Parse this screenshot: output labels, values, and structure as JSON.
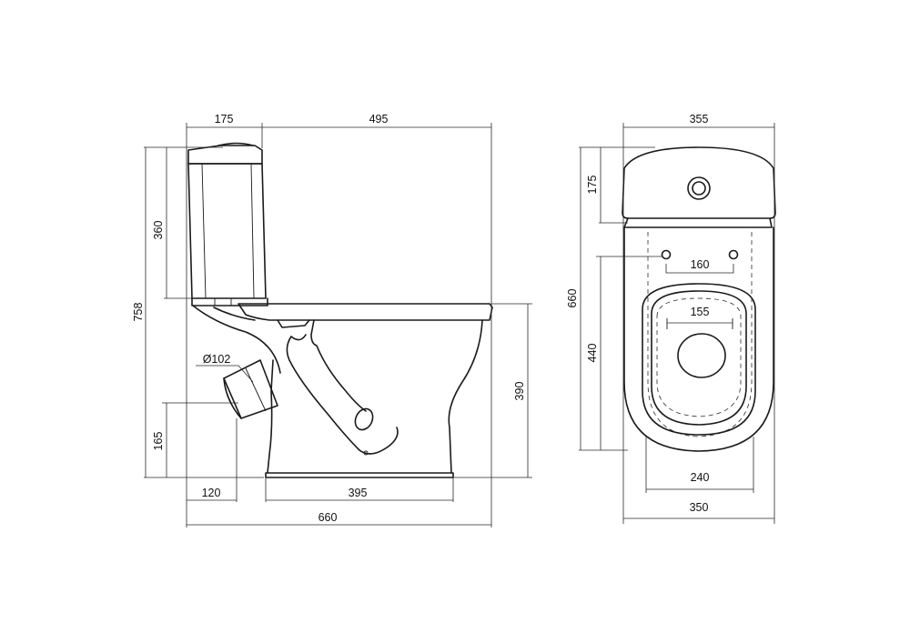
{
  "side_view": {
    "dim_tank_depth": "175",
    "dim_bowl_length": "495",
    "dim_total_height": "758",
    "dim_tank_height": "360",
    "dim_outlet_diameter": "Ø102",
    "dim_outlet_height": "165",
    "dim_rim_height": "390",
    "dim_outlet_offset": "120",
    "dim_base_length": "395",
    "dim_total_length": "660"
  },
  "top_view": {
    "dim_tank_width": "355",
    "dim_tank_depth": "175",
    "dim_total_depth": "660",
    "dim_bowl_depth": "440",
    "dim_seat_holes": "160",
    "dim_base_holes": "155",
    "dim_seat_width": "240",
    "dim_bowl_width": "350"
  }
}
